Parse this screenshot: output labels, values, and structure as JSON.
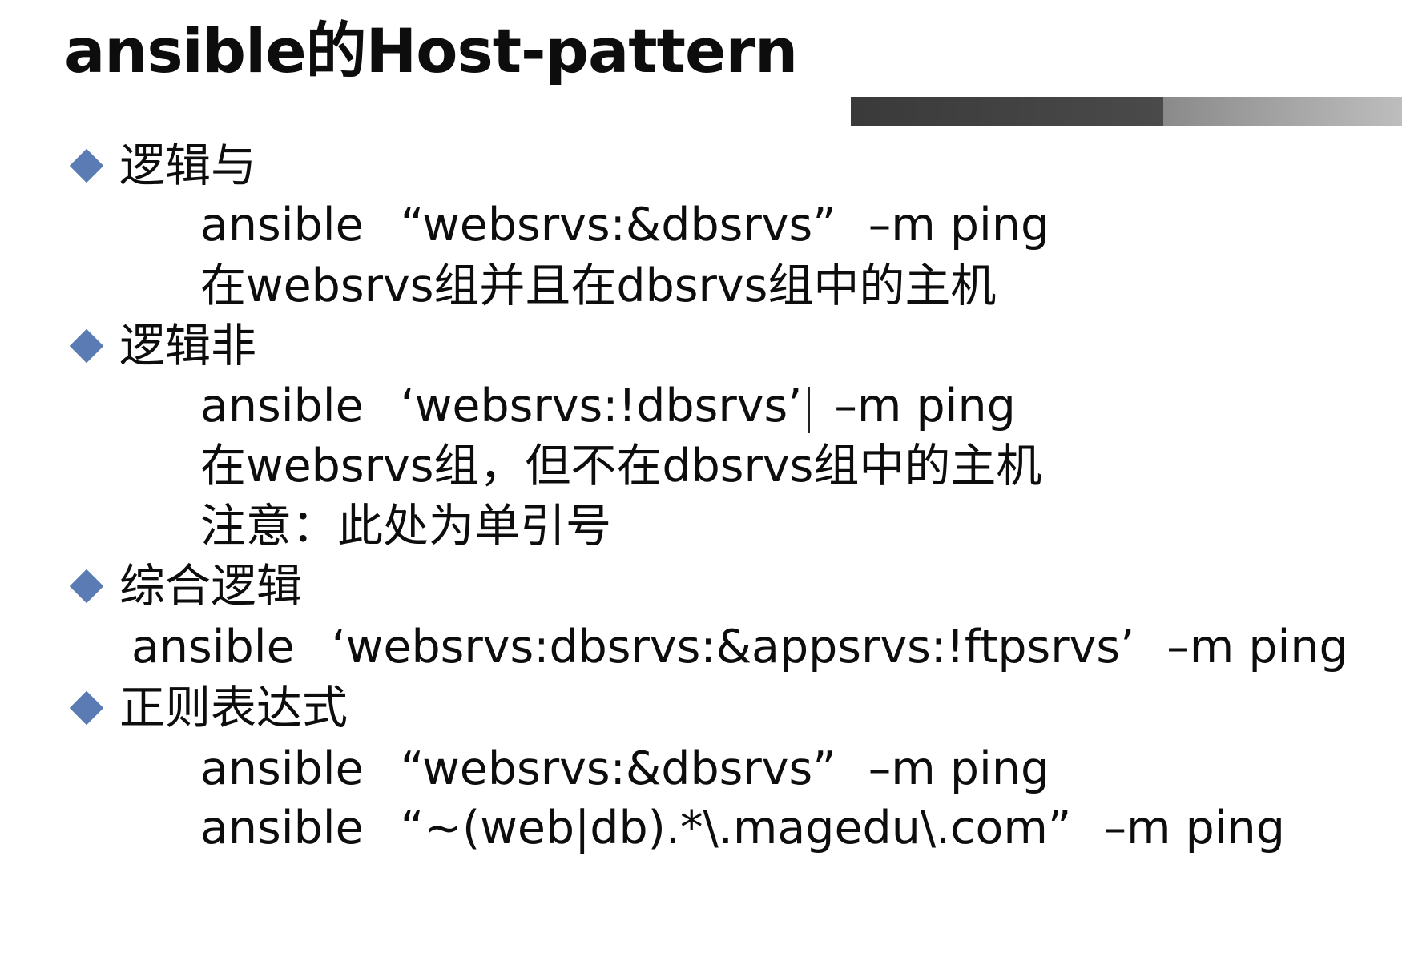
{
  "title": "ansible的Host-pattern",
  "sections": [
    {
      "heading": "逻辑与",
      "lines": [
        {
          "cmd": "ansible",
          "arg": "“websrvs:&dbsrvs”",
          "opt": "–m ping"
        },
        {
          "text": "在websrvs组并且在dbsrvs组中的主机"
        }
      ]
    },
    {
      "heading": "逻辑非",
      "lines": [
        {
          "cmd": "ansible",
          "arg": "‘websrvs:!dbsrvs’",
          "opt": "–m ping"
        },
        {
          "text": "在websrvs组，但不在dbsrvs组中的主机"
        },
        {
          "text": "注意：此处为单引号"
        }
      ]
    },
    {
      "heading": "综合逻辑",
      "lines": [
        {
          "cmd": "ansible",
          "arg": "‘websrvs:dbsrvs:&appsrvs:!ftpsrvs’",
          "opt": "–m ping"
        }
      ]
    },
    {
      "heading": "正则表达式",
      "lines": [
        {
          "cmd": "ansible",
          "arg": "“websrvs:&dbsrvs”",
          "opt": "–m ping"
        },
        {
          "cmd": "ansible",
          "arg": "“~(web|db).*\\.magedu\\.com”",
          "opt": "–m ping"
        }
      ]
    }
  ],
  "colors": {
    "bullet": "#5b7bb4",
    "bar_dark": "#404040",
    "bar_light": "#a9a9a9"
  }
}
